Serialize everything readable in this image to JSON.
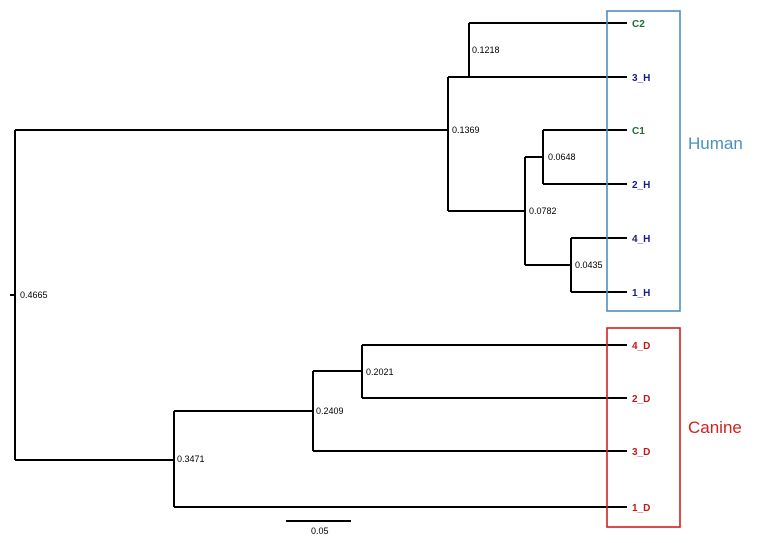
{
  "tree": {
    "internal_nodes": {
      "root": "0.4665",
      "human_clade": "0.1369",
      "c2_3h": "0.1218",
      "inner_human": "0.0782",
      "c1_2h": "0.0648",
      "h4_h1": "0.0435",
      "canine_clade": "0.3471",
      "d_mid": "0.2409",
      "d4_d2": "0.2021"
    },
    "leaves": {
      "C2": "C2",
      "H3": "3_H",
      "C1": "C1",
      "H2": "2_H",
      "H4": "4_H",
      "H1": "1_H",
      "D4": "4_D",
      "D2": "2_D",
      "D3": "3_D",
      "D1": "1_D"
    },
    "groups": {
      "human": {
        "label": "Human",
        "color": "#4a8fc4"
      },
      "canine": {
        "label": "Canine",
        "color": "#d42020"
      }
    },
    "colors": {
      "control": "#1f6b3a",
      "human_leaf": "#1a1a8c",
      "canine_leaf": "#c01818"
    },
    "scale_bar": {
      "label": "0.05"
    }
  }
}
